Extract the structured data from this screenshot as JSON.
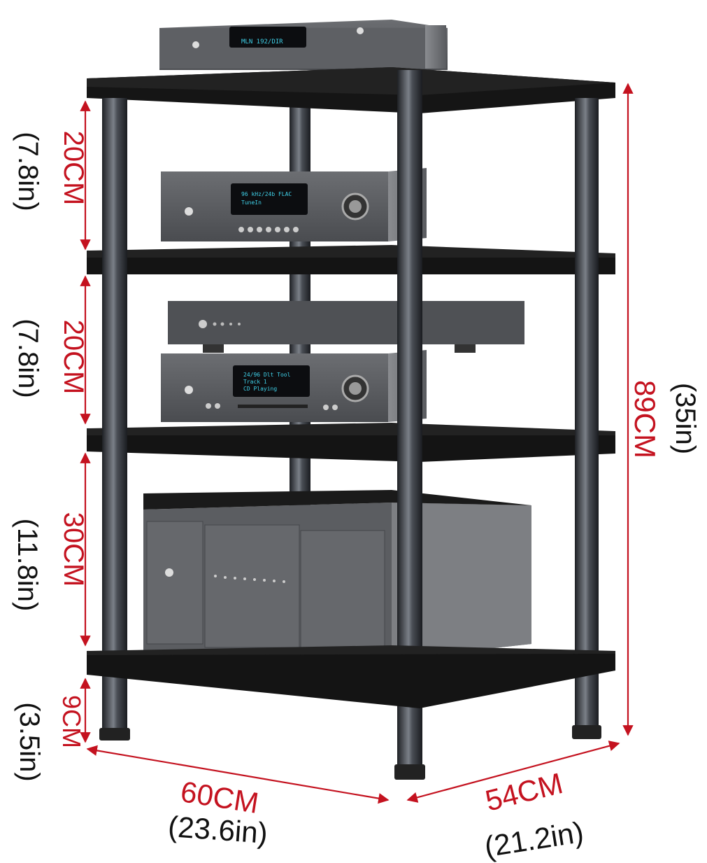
{
  "product": {
    "subject": "4-tier audio equipment rack with black wood-grain shelves and metal posts",
    "colors": {
      "dimension": "#c4121f",
      "shelf": "#111111",
      "post": "#3a3d42",
      "device_body": "#5c5e62",
      "display_glow": "#3fd0e8",
      "background": "#ffffff"
    }
  },
  "dimensions": {
    "total_height": {
      "cm": "89CM",
      "in": "(35in)"
    },
    "tier1_gap": {
      "cm": "20CM",
      "in": "(7.8in)"
    },
    "tier2_gap": {
      "cm": "20CM",
      "in": "(7.8in)"
    },
    "tier3_gap": {
      "cm": "30CM",
      "in": "(11.8in)"
    },
    "leg_height": {
      "cm": "9CM",
      "in": "(3.5in)"
    },
    "width": {
      "cm": "60CM",
      "in": "(23.6in)"
    },
    "depth": {
      "cm": "54CM",
      "in": "(21.2in)"
    }
  },
  "devices": [
    {
      "name": "top-streamer",
      "shelf": 1
    },
    {
      "name": "network-player",
      "shelf": 2
    },
    {
      "name": "preamp",
      "shelf": 3
    },
    {
      "name": "cd-player",
      "shelf": 3
    },
    {
      "name": "power-amplifier",
      "shelf": 4
    }
  ]
}
